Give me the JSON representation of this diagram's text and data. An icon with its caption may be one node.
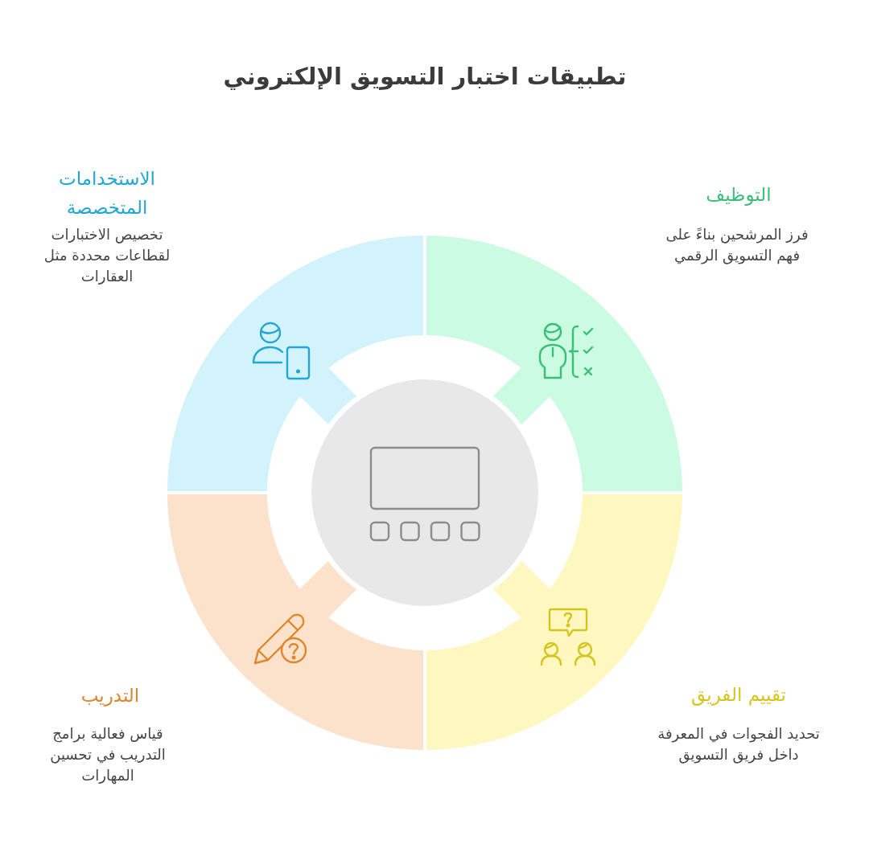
{
  "diagram": {
    "title": "تطبيقات اختبار التسويق الإلكتروني",
    "nodes": [
      {
        "text": [
          "التوظيف",
          "فرز المرشحين بناءً على فهم التسويق الرقمي"
        ]
      },
      {
        "text": [
          "الاستخدامات المتخصصة",
          "تخصيص الاختبارات لقطاعات محددة مثل العقارات"
        ]
      },
      {
        "text": [],
        "shape": "circle"
      },
      {
        "text": [
          "تقييم الفريق",
          "تحديد الفجوات في المعرفة داخل فريق التسويق"
        ]
      },
      {
        "text": [
          "التدريب",
          "قياس فعالية برامج التدريب في تحسين المهارات"
        ]
      }
    ]
  }
}
